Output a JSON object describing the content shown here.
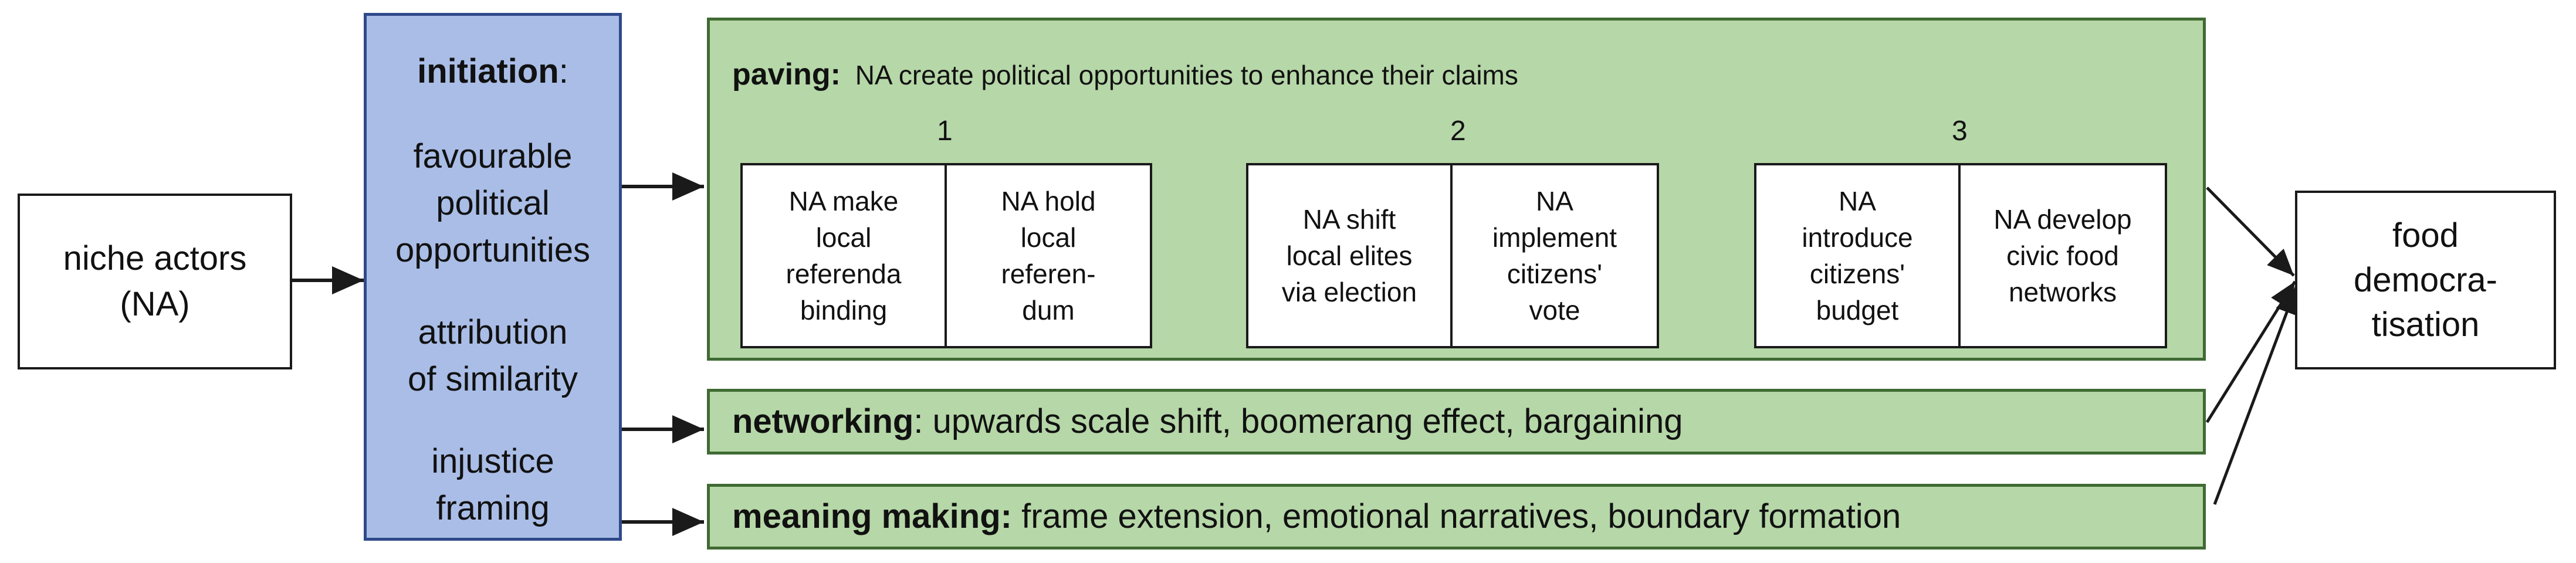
{
  "niche": {
    "line1": "niche actors",
    "line2": "(NA)"
  },
  "initiation": {
    "title": "initiation",
    "colon": ":",
    "items": [
      [
        "favourable",
        "political",
        "opportunities"
      ],
      [
        "attribution",
        "of similarity"
      ],
      [
        "injustice",
        "framing"
      ]
    ]
  },
  "paving": {
    "title": "paving:",
    "text": "NA create political opportunities to enhance their claims",
    "steps": [
      {
        "number": "1",
        "left": [
          "NA make",
          "local",
          "referenda",
          "binding"
        ],
        "right": [
          "NA hold",
          "local",
          "referen-",
          "dum"
        ]
      },
      {
        "number": "2",
        "left": [
          "NA shift",
          "local elites",
          "via election"
        ],
        "right": [
          "NA",
          "implement",
          "citizens'",
          "vote"
        ]
      },
      {
        "number": "3",
        "left": [
          "NA",
          "introduce",
          "citizens'",
          "budget"
        ],
        "right": [
          "NA develop",
          "civic food",
          "networks"
        ]
      }
    ]
  },
  "networking": {
    "title": "networking",
    "text": ": upwards scale shift, boomerang effect, bargaining"
  },
  "meaning": {
    "title": "meaning making:",
    "text": " frame extension, emotional narratives, boundary formation"
  },
  "outcome": {
    "line1": "food",
    "line2": "democra-",
    "line3": "tisation"
  }
}
